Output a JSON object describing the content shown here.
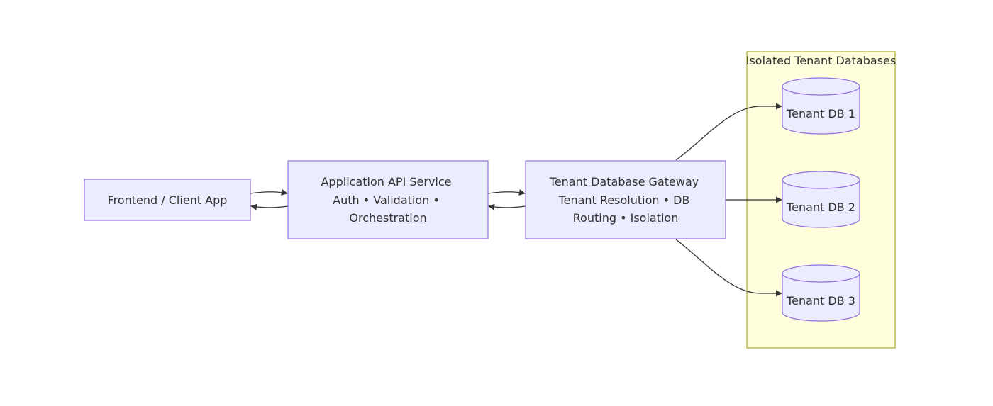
{
  "nodes": {
    "frontend": {
      "label": "Frontend / Client App"
    },
    "api": {
      "lines": [
        "Application API Service",
        "Auth • Validation •",
        "Orchestration"
      ]
    },
    "gateway": {
      "lines": [
        "Tenant Database Gateway",
        "Tenant Resolution • DB",
        "Routing • Isolation"
      ]
    }
  },
  "cluster": {
    "label": "Isolated Tenant Databases",
    "databases": [
      "Tenant DB 1",
      "Tenant DB 2",
      "Tenant DB 3"
    ]
  },
  "colors": {
    "node_fill": "#ECECFF",
    "node_stroke": "#9370DB",
    "cluster_fill": "#FFFFDE",
    "cluster_stroke": "#AAAA33",
    "edge": "#333333",
    "text": "#333333"
  }
}
